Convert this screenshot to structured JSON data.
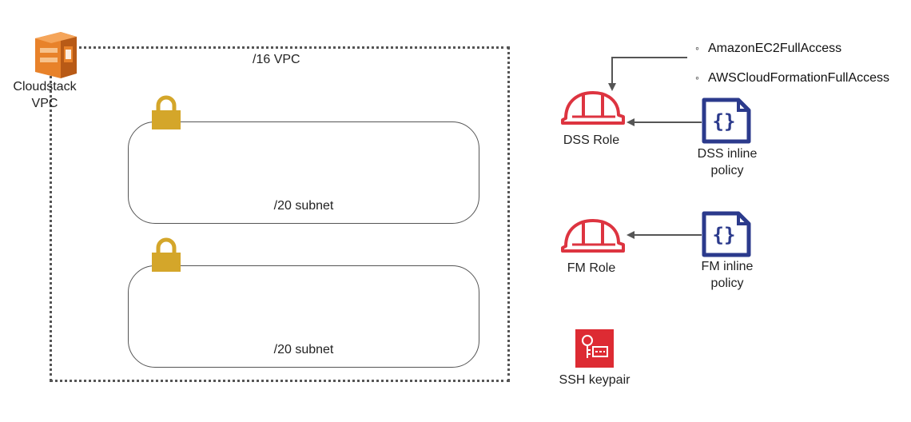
{
  "vpc": {
    "name_line1": "Cloudstack",
    "name_line2": "VPC",
    "cidr_label": "/16 VPC",
    "icon": "aws-vpc-icon"
  },
  "subnets": [
    {
      "label": "/20 subnet",
      "icon": "lock-icon"
    },
    {
      "label": "/20 subnet",
      "icon": "lock-icon"
    }
  ],
  "roles": {
    "dss": {
      "label": "DSS Role",
      "icon": "iam-role-helmet-icon"
    },
    "fm": {
      "label": "FM Role",
      "icon": "iam-role-helmet-icon"
    }
  },
  "policies": {
    "dss_inline": {
      "line1": "DSS inline",
      "line2": "policy",
      "icon": "policy-document-icon"
    },
    "fm_inline": {
      "line1": "FM inline",
      "line2": "policy",
      "icon": "policy-document-icon"
    },
    "managed": [
      "AmazonEC2FullAccess",
      "AWSCloudFormationFullAccess"
    ]
  },
  "keypair": {
    "label": "SSH keypair",
    "icon": "ssh-key-icon"
  },
  "colors": {
    "vpc_orange": "#E8822A",
    "lock_gold": "#D4A62A",
    "role_red": "#DD3440",
    "policy_navy": "#2B3A8C",
    "keypair_red": "#DD2B33",
    "connector_gray": "#555555"
  }
}
